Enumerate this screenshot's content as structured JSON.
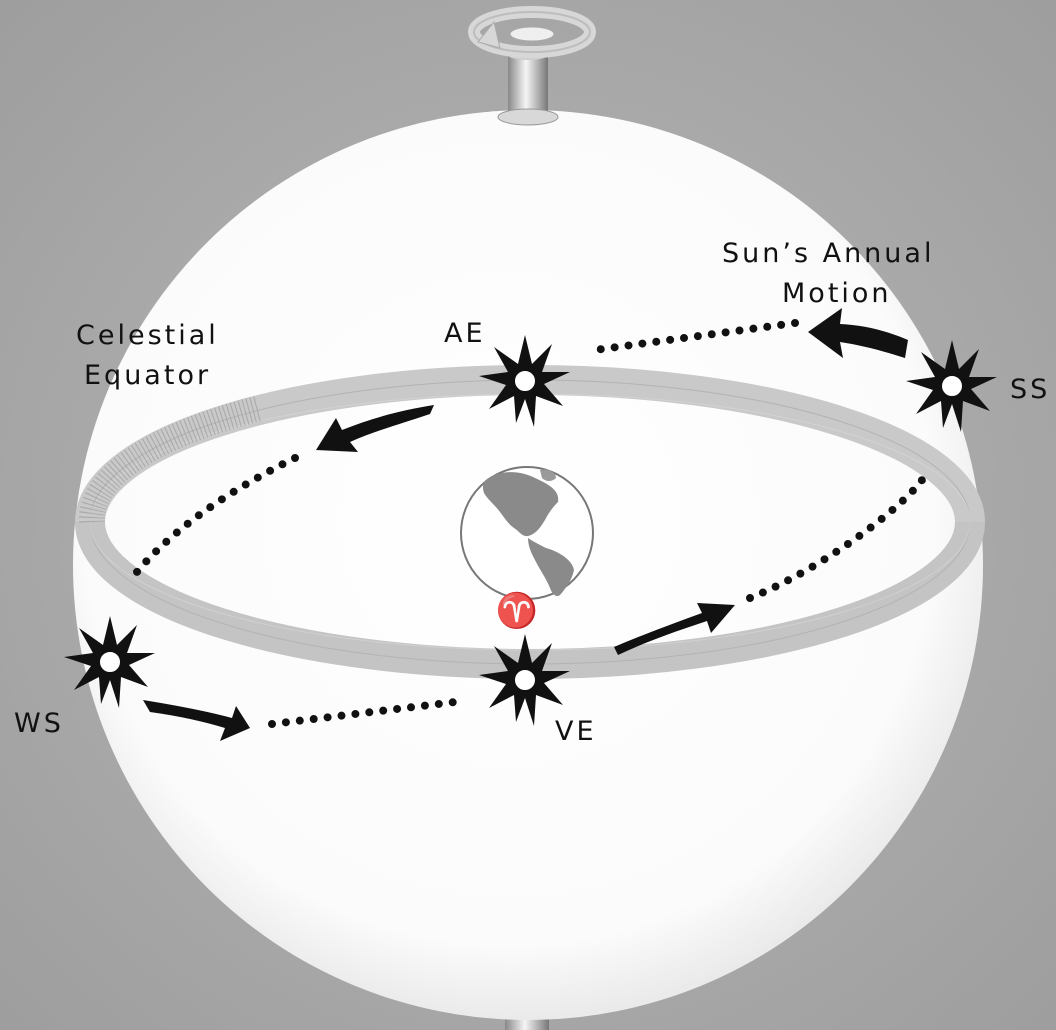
{
  "labels": {
    "celestial_equator_line1": "Celestial",
    "celestial_equator_line2": "Equator",
    "suns_annual_motion_line1": "Sun’s Annual",
    "suns_annual_motion_line2": "Motion",
    "autumnal_equinox": "AE",
    "summer_solstice": "SS",
    "winter_solstice": "WS",
    "vernal_equinox": "VE",
    "aries_symbol": "♈"
  },
  "colors": {
    "background": "#a9a9a9",
    "sphere": "#ffffff",
    "equator_band": "#c8c8c8",
    "ink": "#111111"
  }
}
